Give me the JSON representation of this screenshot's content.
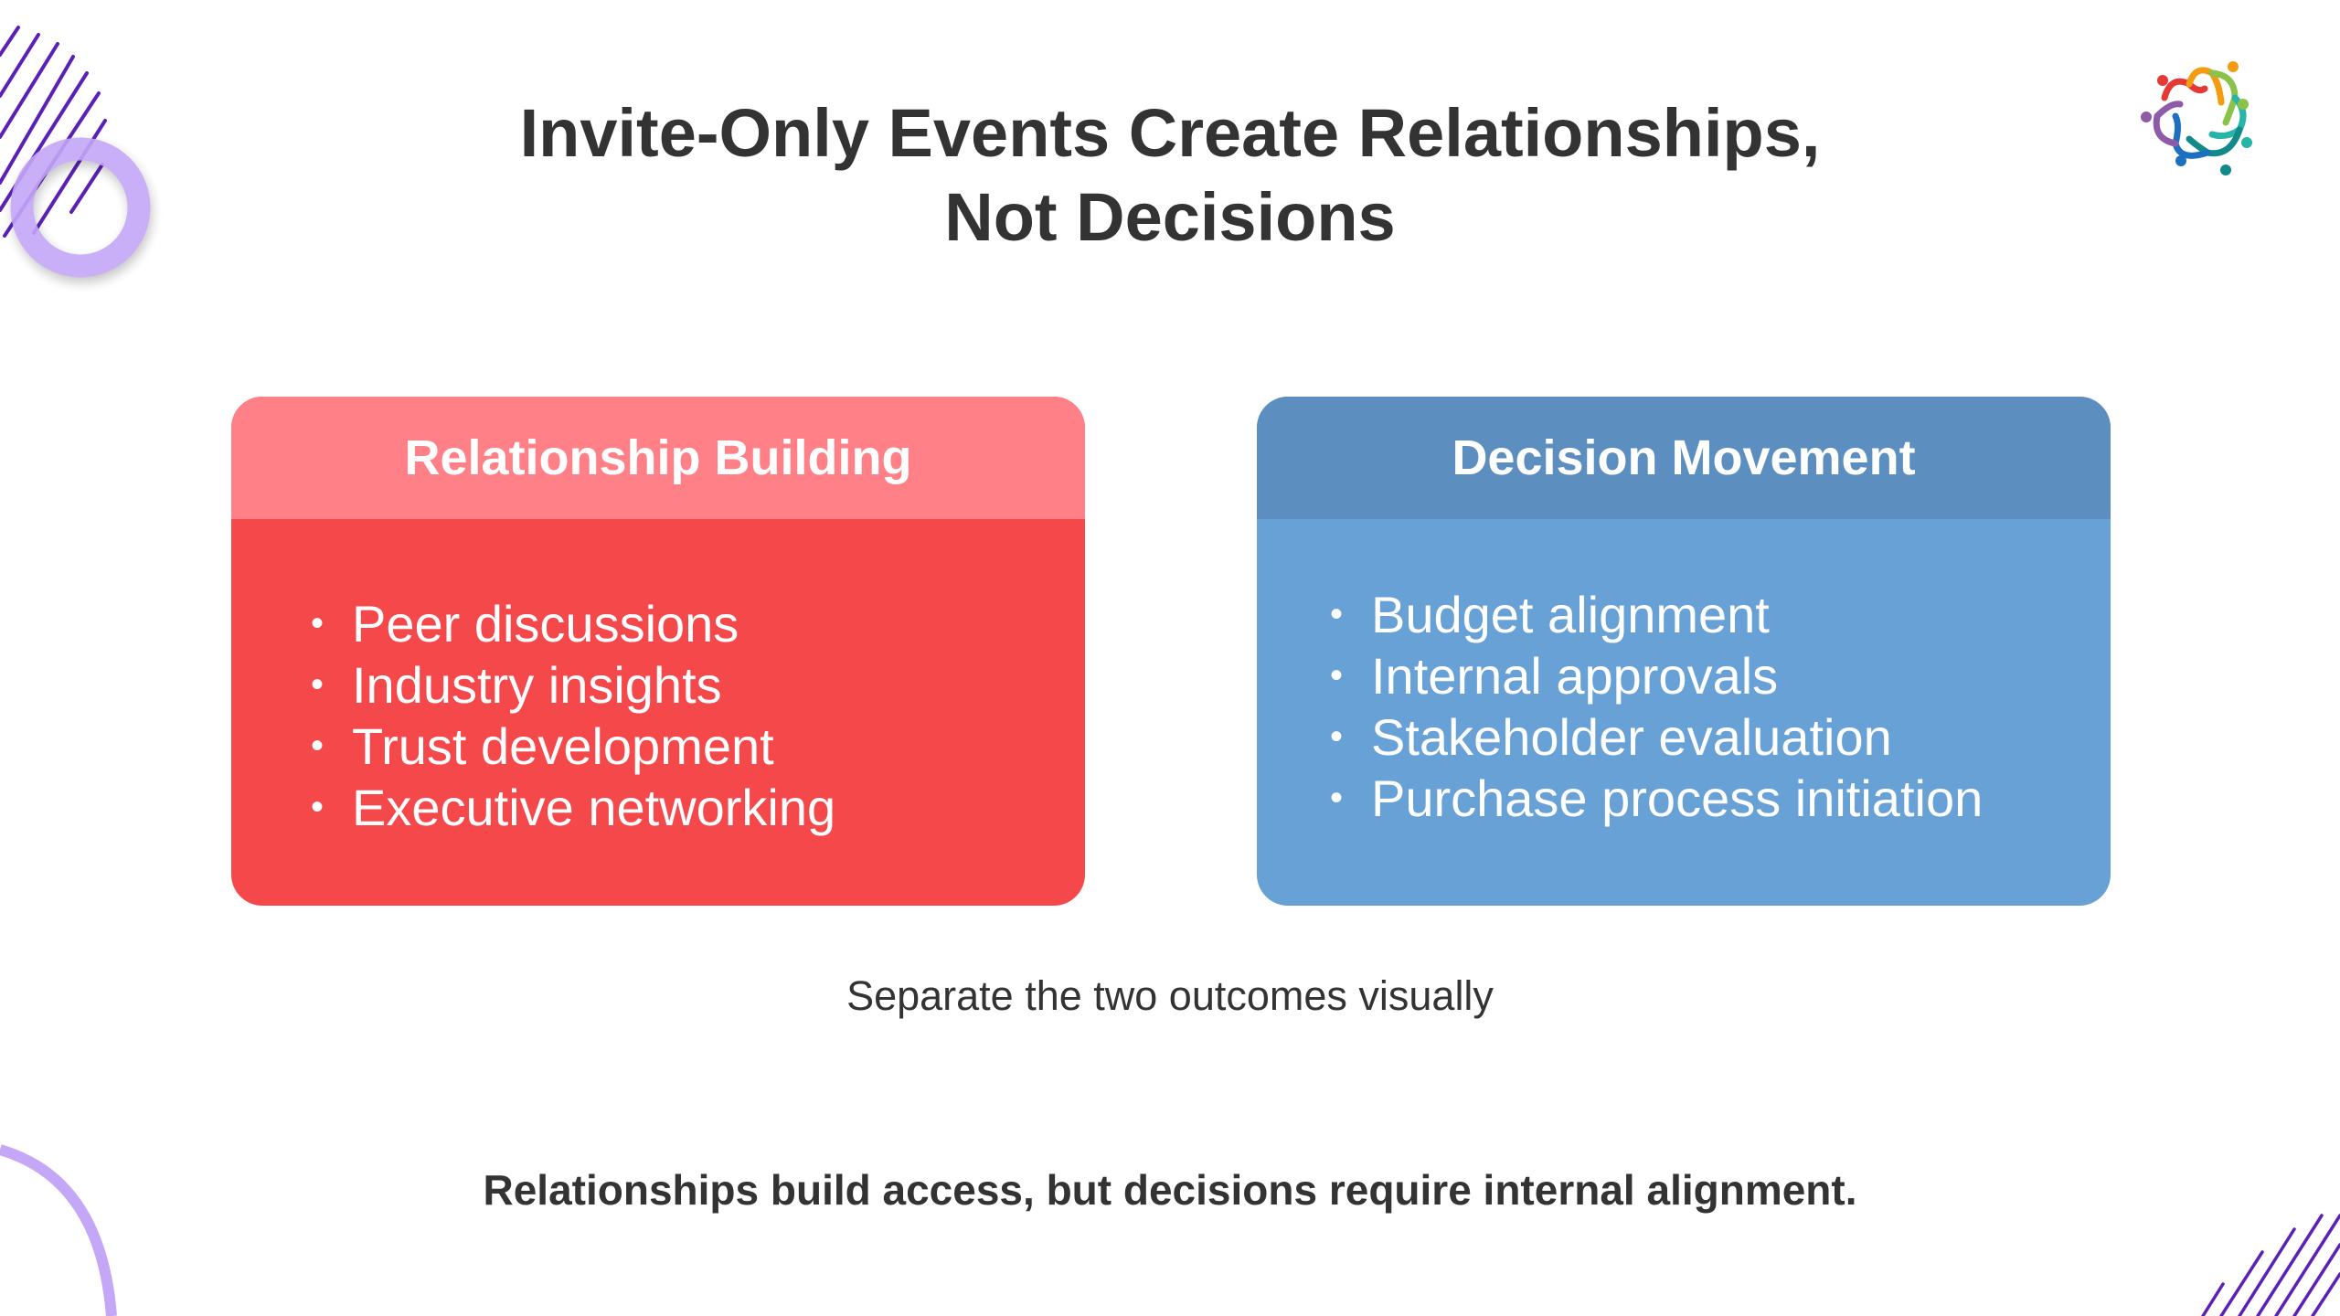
{
  "title": {
    "line1": "Invite-Only Events Create Relationships,",
    "line2": "Not Decisions"
  },
  "cards": [
    {
      "heading": "Relationship Building",
      "color_header": "#FF8087",
      "color_body": "#F5484B",
      "items": [
        "Peer discussions",
        "Industry insights",
        "Trust development",
        "Executive networking"
      ]
    },
    {
      "heading": "Decision Movement",
      "color_header": "#5C8FC0",
      "color_body": "#68A1D6",
      "items": [
        "Budget alignment",
        "Internal approvals",
        "Stakeholder evaluation",
        "Purchase process initiation"
      ]
    }
  ],
  "bullet": "•",
  "subtitle": "Separate the two outcomes visually",
  "footer": "Relationships build access, but decisions require internal alignment.",
  "icons": {
    "logo": "community-circle-logo"
  }
}
